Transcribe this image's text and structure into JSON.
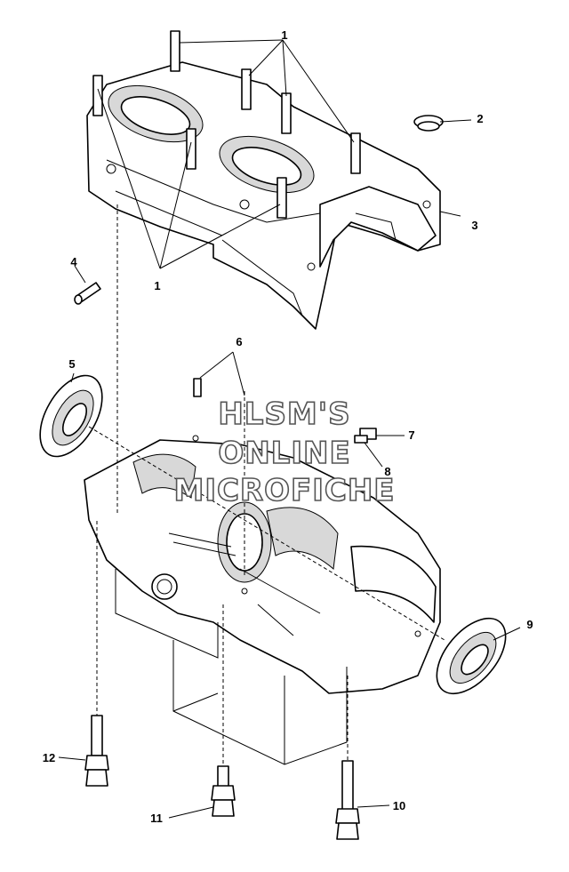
{
  "callouts": {
    "c1_top": "1",
    "c1_bottom": "1",
    "c2": "2",
    "c3": "3",
    "c4": "4",
    "c5": "5",
    "c6": "6",
    "c7": "7",
    "c8": "8",
    "c9": "9",
    "c10": "10",
    "c11": "11",
    "c12": "12"
  },
  "watermark": {
    "line1": "HLSM'S",
    "line2": "ONLINE",
    "line3": "MICROFICHE"
  }
}
